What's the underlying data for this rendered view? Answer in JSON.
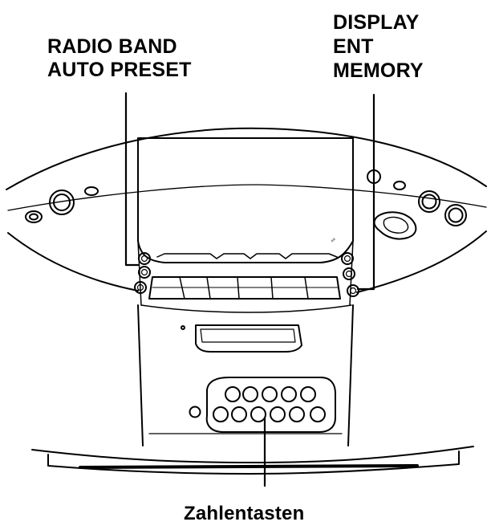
{
  "callouts": {
    "left_lines": [
      "RADIO BAND",
      "AUTO PRESET"
    ],
    "right_lines": [
      "DISPLAY",
      "ENT",
      "MEMORY"
    ],
    "bottom": "Zahlentasten"
  }
}
